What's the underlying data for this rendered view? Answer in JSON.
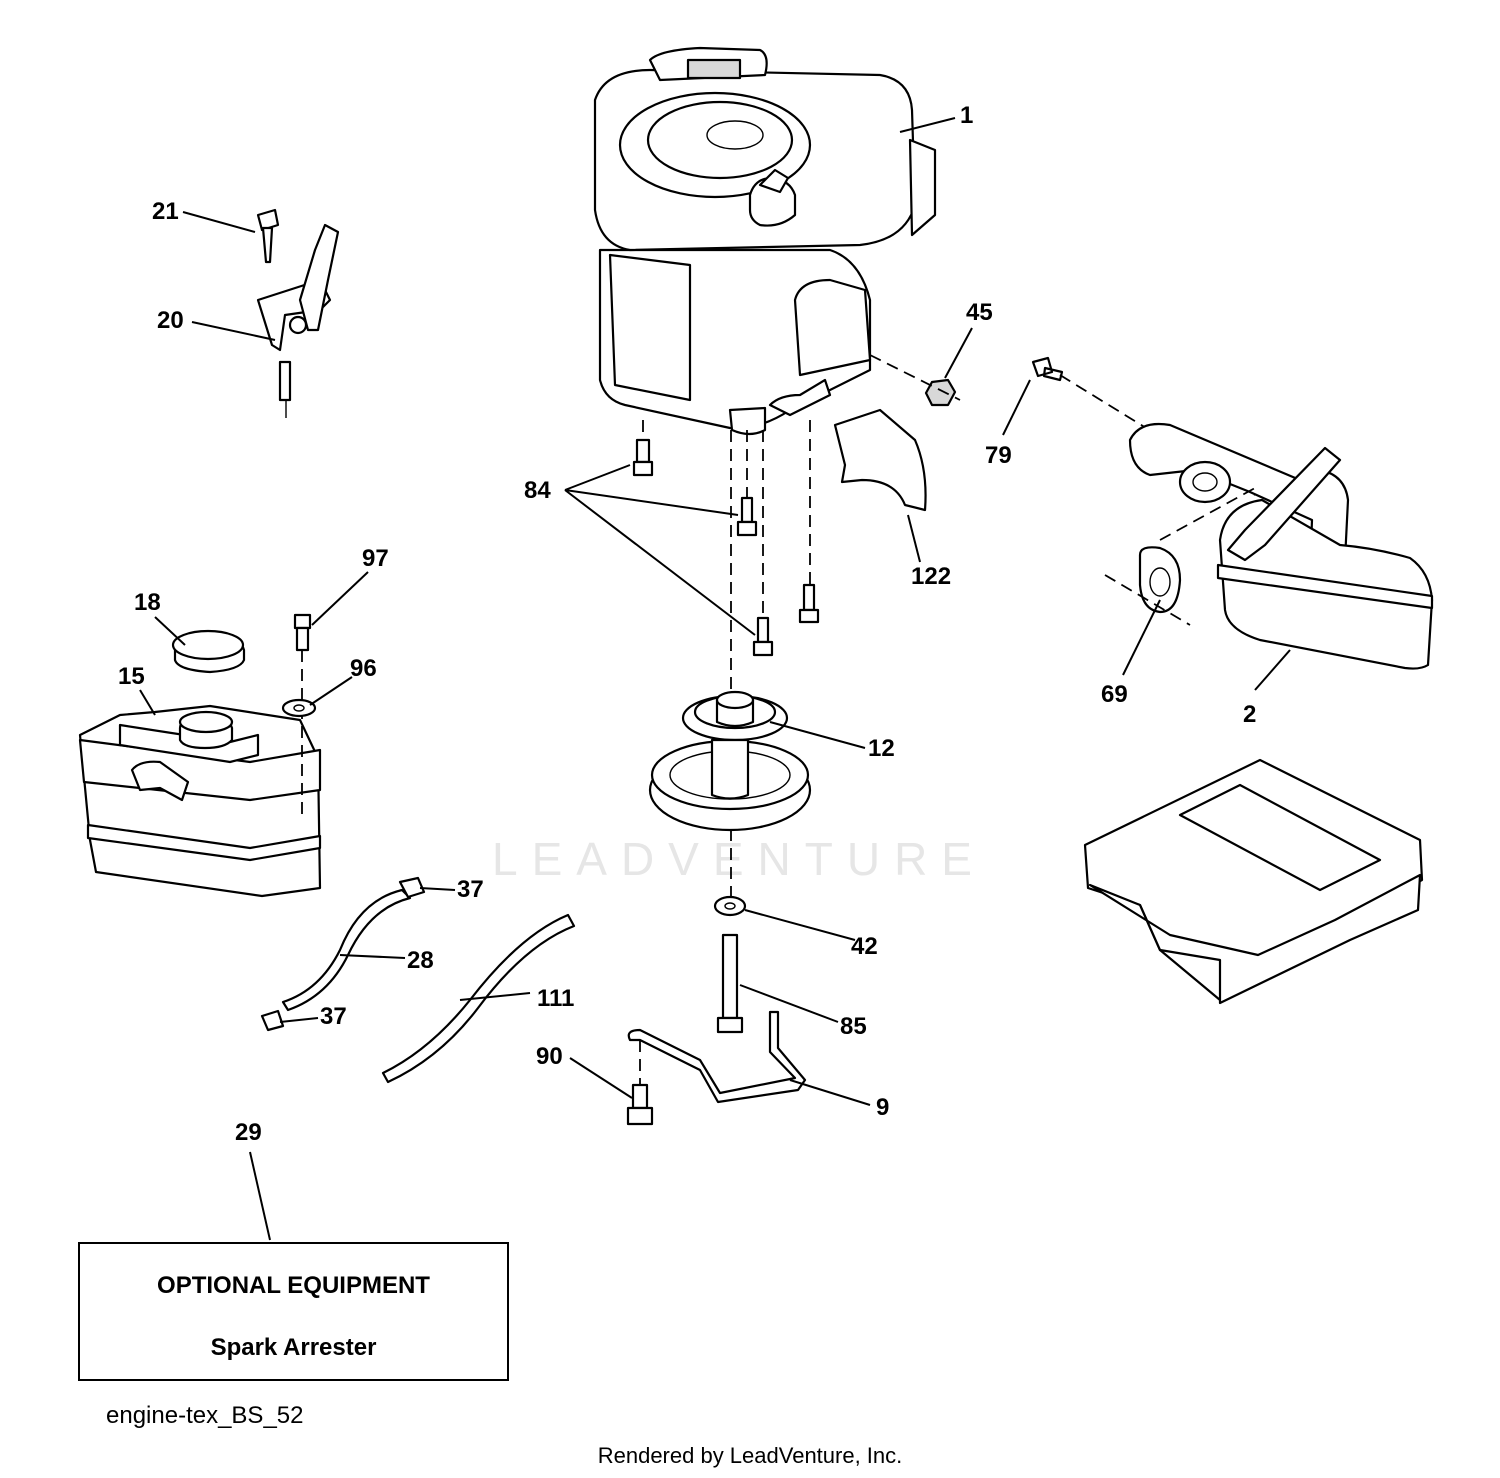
{
  "callouts": [
    {
      "label": "1"
    },
    {
      "label": "21"
    },
    {
      "label": "20"
    },
    {
      "label": "45"
    },
    {
      "label": "79"
    },
    {
      "label": "84"
    },
    {
      "label": "122"
    },
    {
      "label": "97"
    },
    {
      "label": "18"
    },
    {
      "label": "96"
    },
    {
      "label": "15"
    },
    {
      "label": "69"
    },
    {
      "label": "2"
    },
    {
      "label": "12"
    },
    {
      "label": "37"
    },
    {
      "label": "42"
    },
    {
      "label": "28"
    },
    {
      "label": "111"
    },
    {
      "label": "37"
    },
    {
      "label": "85"
    },
    {
      "label": "90"
    },
    {
      "label": "9"
    },
    {
      "label": "29"
    }
  ],
  "watermark": "LEADVENTURE",
  "optional_box": {
    "title": "OPTIONAL EQUIPMENT",
    "item": "Spark Arrester"
  },
  "diagram_code": "engine-tex_BS_52",
  "footer": "Rendered by LeadVenture, Inc."
}
